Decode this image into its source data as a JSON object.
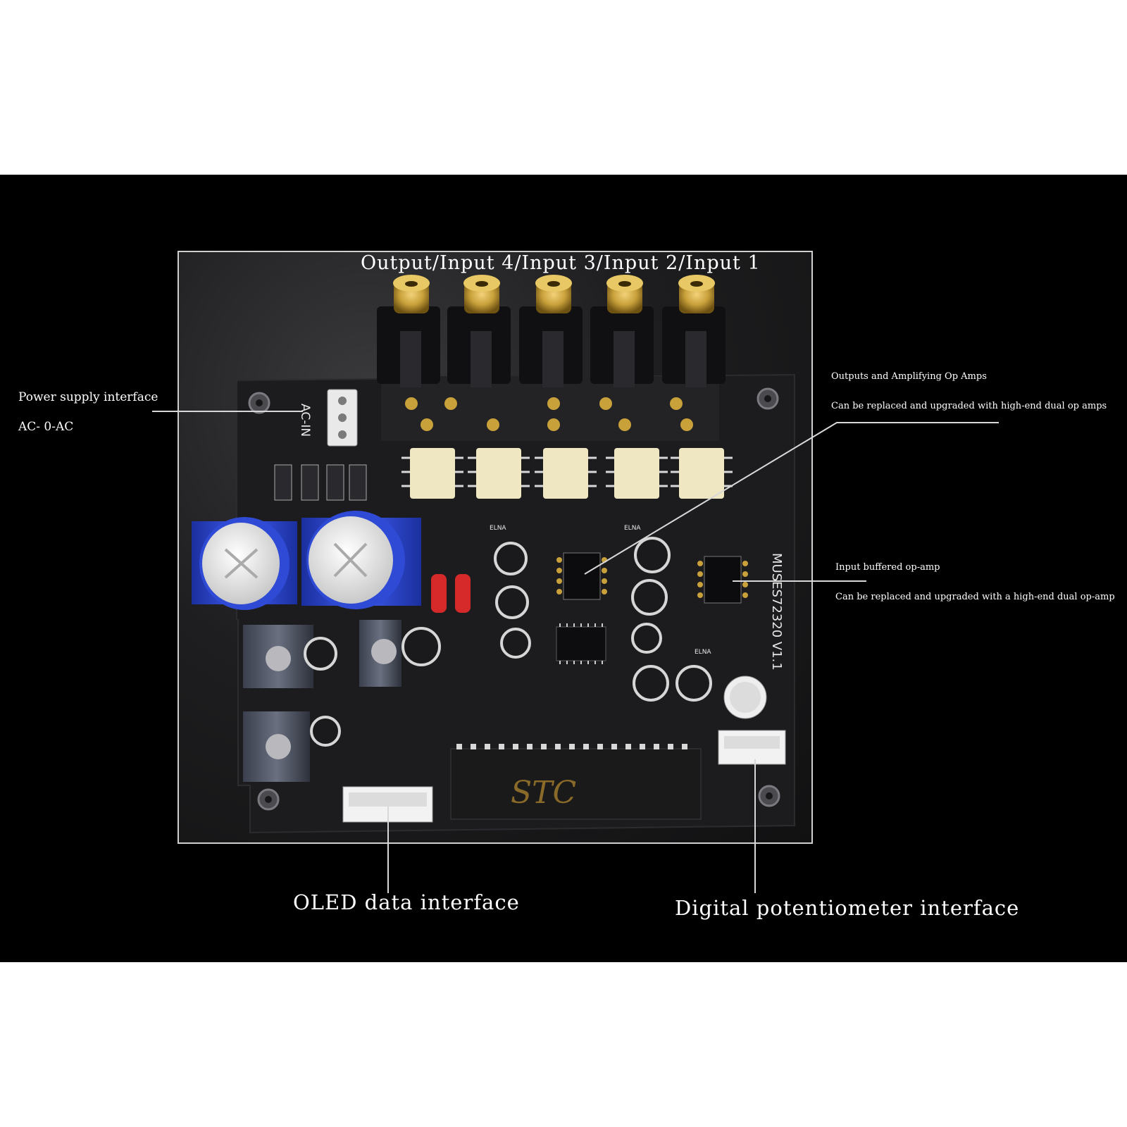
{
  "callouts": {
    "top_jacks": "Output/Input 4/Input 3/Input 2/Input 1",
    "power_title": "Power supply interface",
    "power_sub": "AC- 0-AC",
    "outputs_title": "Outputs and Amplifying Op Amps",
    "outputs_sub": "Can be replaced and upgraded with high-end dual op amps",
    "input_title": "Input buffered op-amp",
    "input_sub": "Can be replaced and upgraded with a high-end dual op-amp",
    "oled": "OLED data interface",
    "pot": "Digital potentiometer interface"
  },
  "board_markings": {
    "ac_in": "AC-IN",
    "model": "MUSES72320 V1.1",
    "mcu": "STC",
    "elna_1": "ELNA",
    "elna_2": "ELNA",
    "elna_3": "ELNA"
  },
  "colors": {
    "background": "#ffffff",
    "photo_band": "#000000",
    "board": "#1c1c1e",
    "gold": "#c9a13b",
    "cap_blue": "#2f4bd6",
    "relay_cream": "#efe6c2",
    "red_part": "#d62a2a",
    "callout_line": "#d8d8d8"
  }
}
